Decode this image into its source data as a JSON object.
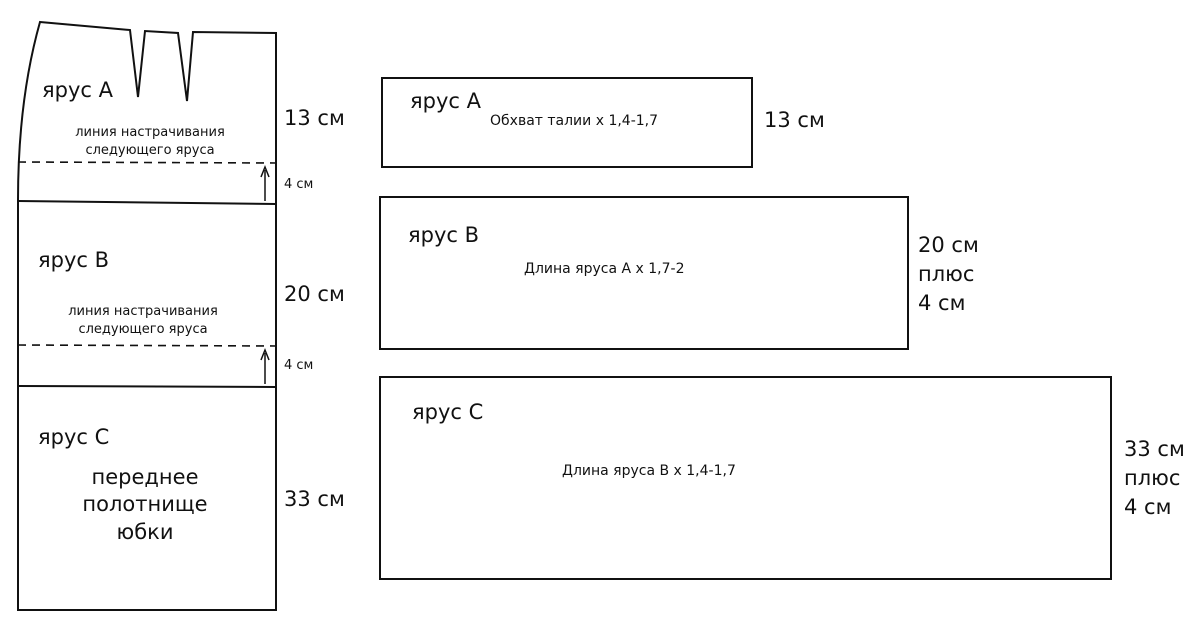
{
  "pattern": {
    "tier_a_label": "ярус A",
    "tier_b_label": "ярус B",
    "tier_c_label": "ярус C",
    "sew_line_a": "линия настрачивания\nследующего яруса",
    "sew_line_b": "линия настрачивания\nследующего яруса",
    "front_panel": "переднее\nполотнище\nюбки",
    "dim_a": "13 см",
    "dim_b": "20 см",
    "dim_c": "33 см",
    "allowance_a": "4 см",
    "allowance_b": "4 см"
  },
  "pieces": [
    {
      "label": "ярус A",
      "formula": "Обхват талии х 1,4-1,7",
      "height": "13 см"
    },
    {
      "label": "ярус B",
      "formula": "Длина яруса А х 1,7-2",
      "height": "20 см\nплюс\n4 см"
    },
    {
      "label": "ярус C",
      "formula": "Длина яруса В х 1,4-1,7",
      "height": "33 см\nплюс\n4 см"
    }
  ]
}
